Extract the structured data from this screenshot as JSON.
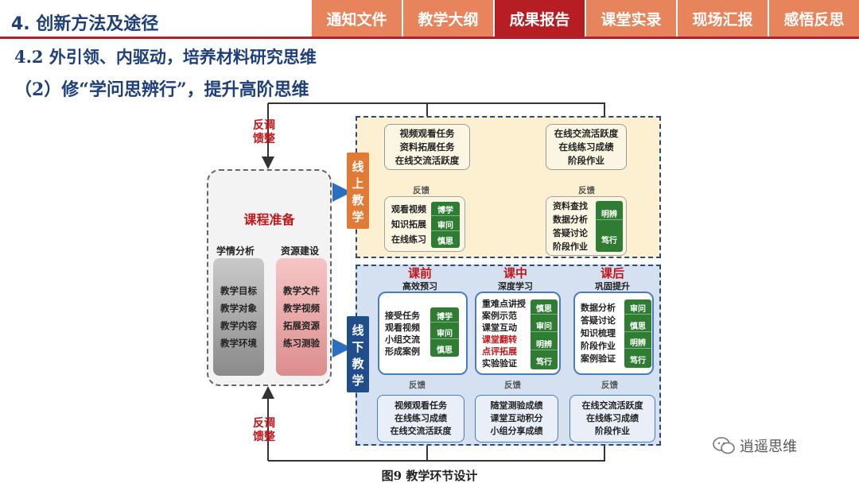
{
  "header": {
    "section_title": "4. 创新方法及途径",
    "nav_tabs": [
      {
        "label": "通知文件",
        "active": false
      },
      {
        "label": "教学大纲",
        "active": false
      },
      {
        "label": "成果报告",
        "active": true
      },
      {
        "label": "课堂实录",
        "active": false
      },
      {
        "label": "现场汇报",
        "active": false
      },
      {
        "label": "感悟反思",
        "active": false
      }
    ],
    "accent_color": "#b61e23",
    "tab_color": "#e8845b"
  },
  "subtitle": "4.2 外引领、内驱动，培养材料研究思维",
  "subsubtitle": "（2）修“学问思辨行”，提升高阶思维",
  "diagram": {
    "feedback_top": [
      "反调",
      "馈整"
    ],
    "feedback_bottom": [
      "反调",
      "馈整"
    ],
    "prep": {
      "title": "课程准备",
      "left_title": "学情分析",
      "right_title": "资源建设",
      "left_items": [
        "教学目标",
        "教学对象",
        "教学内容",
        "教学环境"
      ],
      "right_items": [
        "教学文件",
        "教学视频",
        "拓展资源",
        "练习测验"
      ]
    },
    "online_label": "线上教学",
    "offline_label": "线下教学",
    "online": {
      "left_top": [
        "视频观看任务",
        "资料拓展任务",
        "在线交流活跃度"
      ],
      "right_top": [
        "在线交流活跃度",
        "在线练习成绩",
        "阶段作业"
      ],
      "fankui": "反馈",
      "left_bottom": [
        "观看视频",
        "知识拓展",
        "在线练习"
      ],
      "left_bottom_tags": [
        "博学",
        "审问",
        "慎思"
      ],
      "right_bottom": [
        "资料查找",
        "数据分析",
        "答疑讨论",
        "阶段作业"
      ],
      "right_bottom_tags": [
        "明辨",
        "笃行"
      ]
    },
    "offline": {
      "phases": [
        {
          "title": "课前",
          "sub": "高效预习"
        },
        {
          "title": "课中",
          "sub": "深度学习"
        },
        {
          "title": "课后",
          "sub": "巩固提升"
        }
      ],
      "pre_items": [
        "接受任务",
        "观看视频",
        "小组交流",
        "形成案例"
      ],
      "pre_tags": [
        "博学",
        "审问",
        "慎思"
      ],
      "mid_items": [
        "重难点讲授",
        "案例示范",
        "课堂互动",
        "课堂翻转",
        "点评拓展",
        "实验验证"
      ],
      "mid_tags": [
        "慎思",
        "审问",
        "明辨",
        "笃行"
      ],
      "post_items": [
        "数据分析",
        "答疑讨论",
        "知识梳理",
        "阶段作业",
        "案例验证"
      ],
      "post_tags": [
        "审问",
        "慎思",
        "明辨",
        "笃行"
      ],
      "fankui": "反馈",
      "pre_eval": [
        "视频观看任务",
        "在线练习成绩",
        "在线交流活跃度"
      ],
      "mid_eval": [
        "随堂测验成绩",
        "课堂互动积分",
        "小组分享成绩"
      ],
      "post_eval": [
        "在线交流活跃度",
        "在线练习成绩",
        "阶段作业"
      ]
    }
  },
  "caption": "图9 教学环节设计",
  "watermark": "逍遥思维"
}
